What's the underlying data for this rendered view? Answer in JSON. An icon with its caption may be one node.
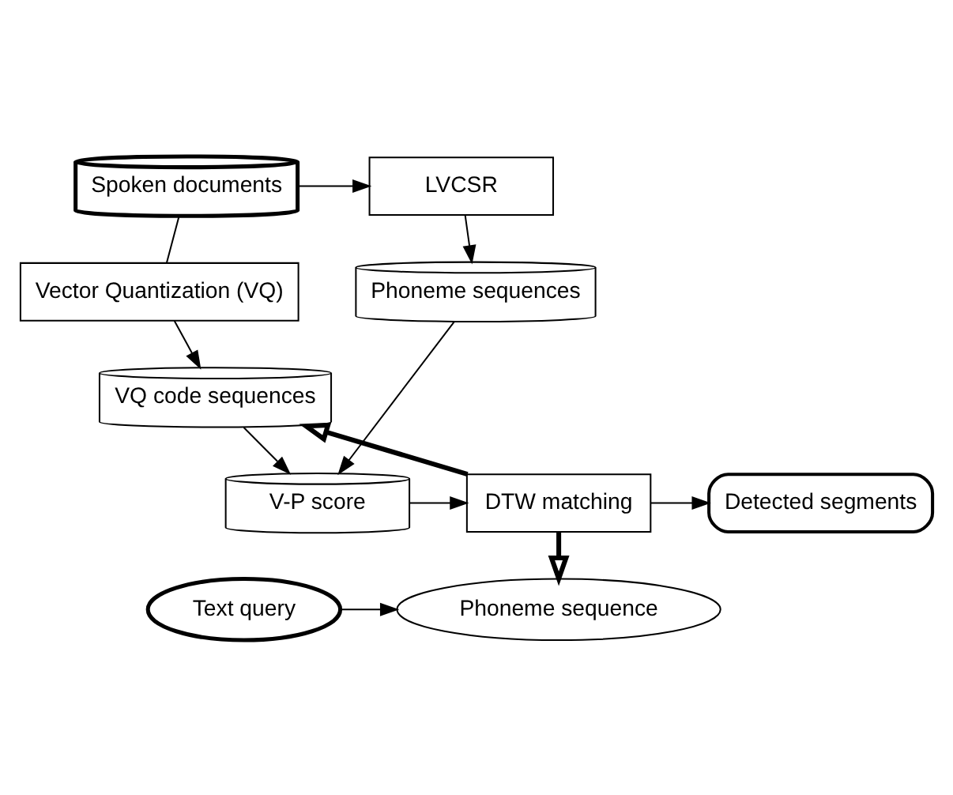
{
  "diagram": {
    "nodes": [
      {
        "text": [
          "LVCSR"
        ]
      },
      {
        "text": [
          "Spoken documents"
        ]
      },
      {
        "text": [
          "Phoneme sequences"
        ]
      },
      {
        "text": [
          "Vector Quantization (VQ)"
        ]
      },
      {
        "text": [
          "VQ code sequences"
        ]
      },
      {
        "text": [
          "V-P score"
        ]
      },
      {
        "text": [
          "DTW matching"
        ]
      },
      {
        "text": [
          "Detected segments"
        ]
      },
      {
        "text": [
          "Text query"
        ]
      },
      {
        "text": [
          "Phoneme sequence"
        ]
      }
    ],
    "edges": [
      {
        "from": 1,
        "to": 0,
        "arrow": "to"
      },
      {
        "from": 0,
        "to": 2,
        "arrow": "to"
      },
      {
        "from": 1,
        "to": 3,
        "arrow": "none"
      },
      {
        "from": 3,
        "to": 4,
        "arrow": "to"
      },
      {
        "from": 2,
        "to": 5,
        "arrow": "to"
      },
      {
        "from": 4,
        "to": 5,
        "arrow": "to"
      },
      {
        "from": 5,
        "to": 6,
        "arrow": "to"
      },
      {
        "from": 6,
        "to": 4,
        "arrow": "to",
        "style": "thick"
      },
      {
        "from": 6,
        "to": 9,
        "arrow": "to",
        "style": "thick"
      },
      {
        "from": 6,
        "to": 7,
        "arrow": "to"
      },
      {
        "from": 8,
        "to": 9,
        "arrow": "to"
      }
    ]
  }
}
